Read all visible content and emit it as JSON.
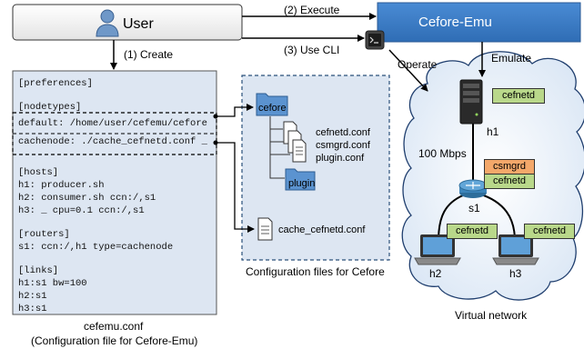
{
  "user": {
    "label": "User"
  },
  "emulator": {
    "label": "Cefore-Emu"
  },
  "arrows": {
    "create": "(1) Create",
    "execute": "(2) Execute",
    "use_cli": "(3) Use CLI",
    "operate": "Operate",
    "emulate": "Emulate"
  },
  "conf_file": {
    "lines": [
      "[preferences]",
      "",
      "[nodetypes]",
      "default: /home/user/cefemu/cefore",
      "cachenode: ./cache_cefnetd.conf _",
      "",
      "[hosts]",
      "h1: producer.sh",
      "h2: consumer.sh ccn:/,s1",
      "h3: _ cpu=0.1 ccn:/,s1",
      "",
      "[routers]",
      "s1: ccn:/,h1 type=cachenode",
      "",
      "[links]",
      "h1:s1 bw=100",
      "h2:s1",
      "h3:s1"
    ],
    "caption_line1": "cefemu.conf",
    "caption_line2": "(Configuration file for Cefore-Emu)"
  },
  "config_files": {
    "folder_cefore": "cefore",
    "files": [
      "cefnetd.conf",
      "csmgrd.conf",
      "plugin.conf"
    ],
    "folder_plugin": "plugin",
    "cache_file": "cache_cefnetd.conf",
    "caption": "Configuration files for Cefore"
  },
  "network": {
    "h1": {
      "label": "h1",
      "tags": [
        "cefnetd"
      ]
    },
    "s1": {
      "label": "s1",
      "tags": [
        "csmgrd",
        "cefnetd"
      ]
    },
    "h2": {
      "label": "h2",
      "tags": [
        "cefnetd"
      ]
    },
    "h3": {
      "label": "h3",
      "tags": [
        "cefnetd"
      ]
    },
    "link_label": "100 Mbps",
    "caption": "Virtual network"
  },
  "colors": {
    "conf_bg": "#dde6f2",
    "emu_blue": "#3e7dc7",
    "tag_green": "#b9d88a",
    "tag_orange": "#f4a86a"
  }
}
